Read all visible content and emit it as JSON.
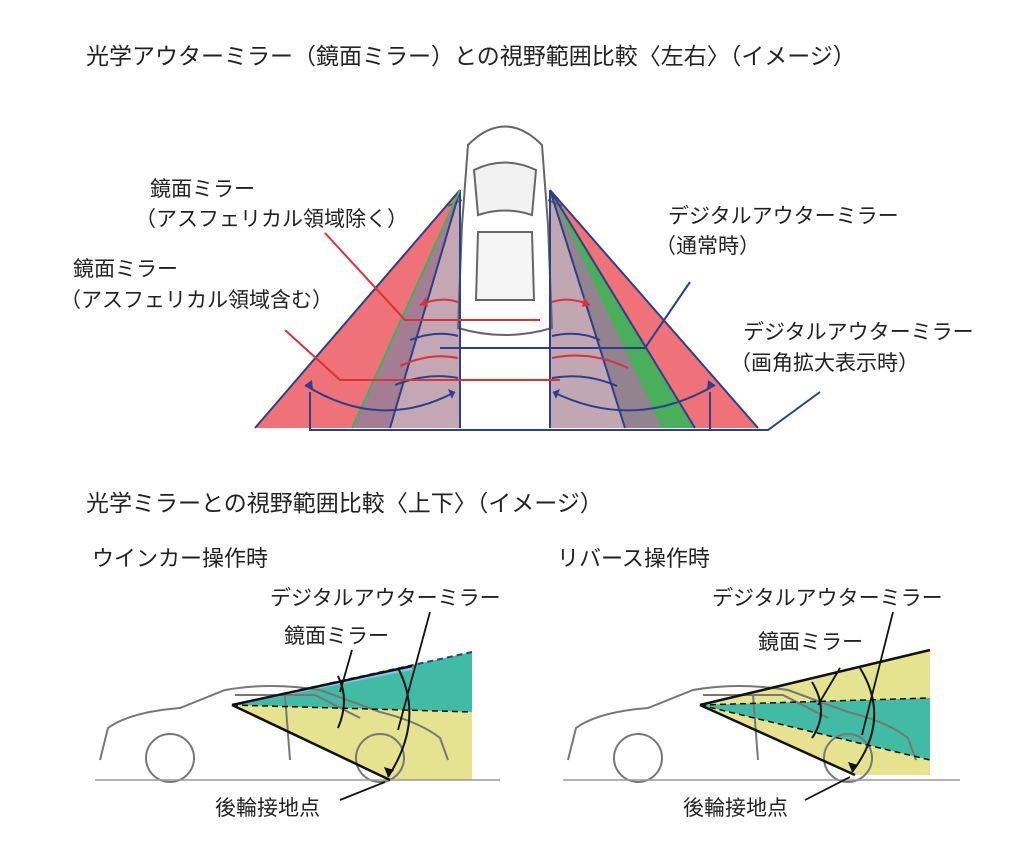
{
  "top_diagram": {
    "title": "光学アウターミラー（鏡面ミラー）との視野範囲比較〈左右〉（イメージ）",
    "labels": {
      "mirror_excl_line1": "鏡面ミラー",
      "mirror_excl_line2": "（アスフェリカル領域除く）",
      "mirror_incl_line1": "鏡面ミラー",
      "mirror_incl_line2": "（アスフェリカル領域含む）",
      "digital_normal_line1": "デジタルアウターミラー",
      "digital_normal_line2": "（通常時）",
      "digital_wide_line1": "デジタルアウターミラー",
      "digital_wide_line2": "（画角拡大表示時）"
    }
  },
  "bottom_diagram": {
    "title": "光学ミラーとの視野範囲比較〈上下〉（イメージ）",
    "winker": {
      "heading": "ウインカー操作時",
      "digital_label": "デジタルアウターミラー",
      "mirror_label": "鏡面ミラー",
      "ground_point_label": "後輪接地点"
    },
    "reverse": {
      "heading": "リバース操作時",
      "digital_label": "デジタルアウターミラー",
      "mirror_label": "鏡面ミラー",
      "ground_point_label": "後輪接地点"
    }
  },
  "colors": {
    "red_zone": "#ee6a72",
    "mauve_zone": "#9b7e95",
    "light_mauve_zone": "#c9aeb9",
    "green_zone": "#3fb25a",
    "teal_zone": "#2db49a",
    "yellow_zone": "#e4e28a",
    "blue_line": "#2b3f8e",
    "red_line": "#d9323a"
  }
}
